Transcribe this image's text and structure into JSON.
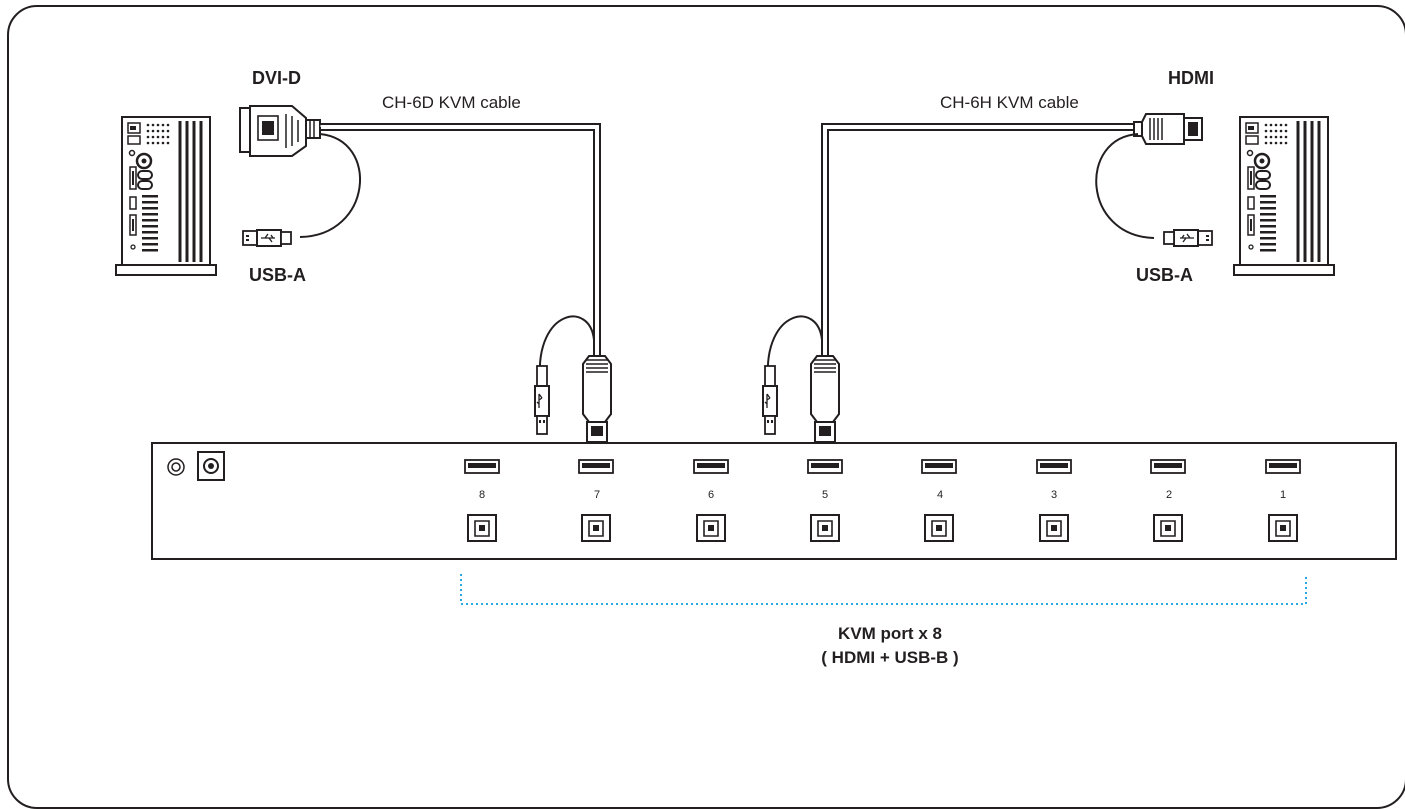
{
  "labels": {
    "dvi_d": "DVI-D",
    "hdmi": "HDMI",
    "usb_a_left": "USB-A",
    "usb_a_right": "USB-A",
    "cable_left": "CH-6D KVM cable",
    "cable_right": "CH-6H KVM cable",
    "kvm_ports": "KVM port x 8",
    "kvm_ports_sub": "( HDMI + USB-B )"
  },
  "ports": [
    "8",
    "7",
    "6",
    "5",
    "4",
    "3",
    "2",
    "1"
  ],
  "colors": {
    "line": "#231f20",
    "bracket": "#29a9e1"
  }
}
